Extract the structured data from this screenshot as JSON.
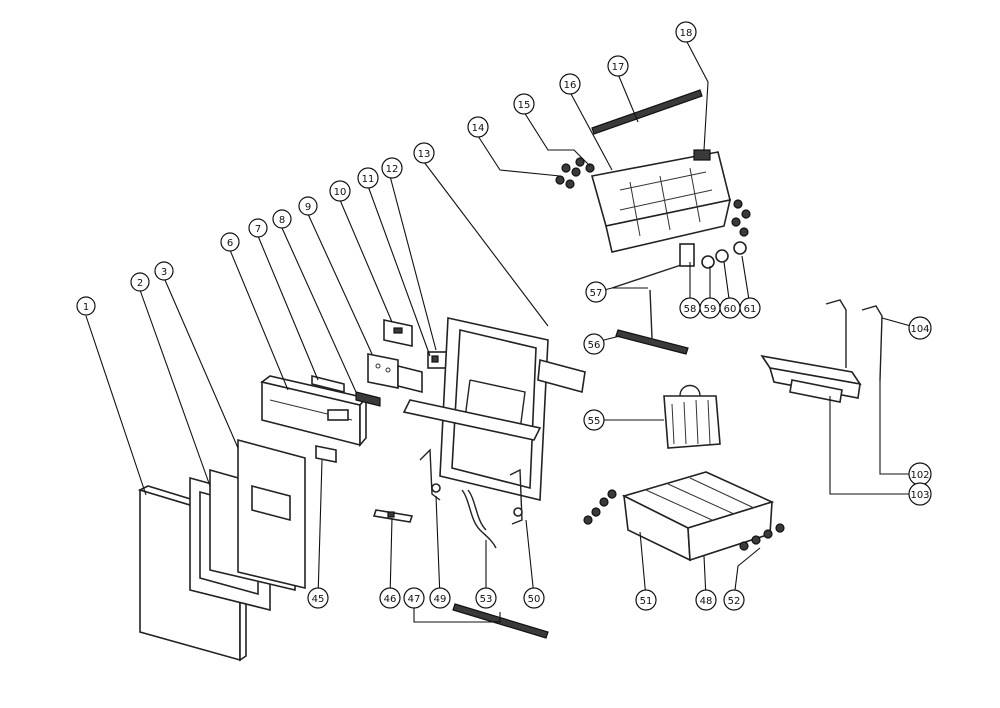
{
  "callouts": [
    "1",
    "2",
    "3",
    "6",
    "7",
    "8",
    "9",
    "10",
    "11",
    "12",
    "13",
    "14",
    "15",
    "16",
    "17",
    "18",
    "57",
    "58",
    "59",
    "60",
    "61",
    "56",
    "55",
    "104",
    "102",
    "103",
    "45",
    "46",
    "47",
    "49",
    "53",
    "50",
    "51",
    "48",
    "52"
  ]
}
